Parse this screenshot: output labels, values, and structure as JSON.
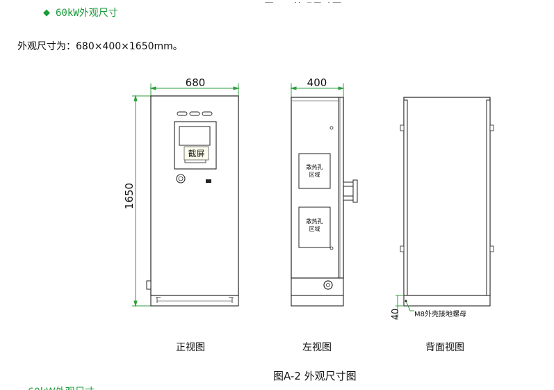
{
  "section": {
    "bullet_icon": "diamond-icon",
    "bullet_glyph": "◆",
    "heading": "60kW外观尺寸",
    "heading_color": "#1a9a3a",
    "description": "外观尺寸为：680×400×1650mm。"
  },
  "figure": {
    "dims": {
      "front_width": "680",
      "side_width": "400",
      "height": "1650",
      "base_height": "40"
    },
    "labels": {
      "screen_tooltip": "截屏",
      "vent_area": "散热孔区域",
      "ground_nut": "M8外壳接地螺母"
    },
    "views": {
      "front": "正视图",
      "left": "左视图",
      "back": "背面视图"
    },
    "caption": "图A-2 外观尺寸图",
    "dimension_line_color": "#2e9e3e"
  }
}
